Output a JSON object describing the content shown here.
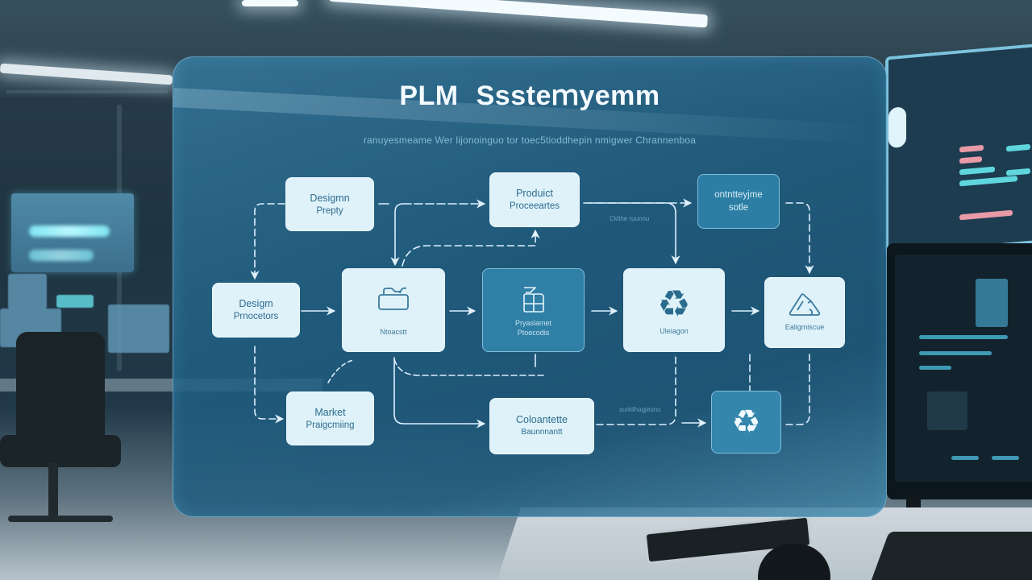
{
  "panel": {
    "title_word1": "PLM",
    "title_word2": "Sssteｍyemm",
    "subtitle": "ranuyesmeame Wer lijonoinguo tor toec5tioddhepin nmigwer Chrannenboa"
  },
  "nodes": {
    "design_prop": {
      "line1": "Desigmn",
      "line2": "Prepty",
      "style": "light"
    },
    "product_proc": {
      "line1": "Produict",
      "line2": "Proceeartes",
      "style": "light"
    },
    "top_right": {
      "line1": "ontntteyjme",
      "line2": "sotle",
      "style": "dark"
    },
    "design_proc": {
      "line1": "Desigm",
      "line2": "Prnocetors",
      "style": "light"
    },
    "manufacture": {
      "caption": "Ntoacstt",
      "icon": "folder-basket-icon",
      "style": "light"
    },
    "procurement": {
      "caption1": "Pryaslamet",
      "caption2": "Ptoecodis",
      "icon": "document-stack-icon",
      "style": "dark"
    },
    "recycle_main": {
      "caption": "Uleiagon",
      "icon": "recycle-icon",
      "style": "light"
    },
    "end_of_life": {
      "caption": "Ealigmiscue",
      "icon": "triangle-recycle-icon",
      "style": "light"
    },
    "market": {
      "line1": "Market",
      "line2": "Praigcmiing",
      "style": "light"
    },
    "complete": {
      "line1": "Coloantette",
      "line2": "Baunnnantt",
      "style": "light"
    },
    "recycle_small": {
      "icon": "recycle-icon",
      "style": "dark"
    }
  },
  "connector_labels": {
    "top_mid": "Cklihe ruunnu",
    "bottom_mid": "surkilhagjeonu"
  },
  "colors": {
    "panel": "#2a7099",
    "node_light": "#dff2fa",
    "node_dark": "#2f7fa6",
    "node_text": "#2e6c8e",
    "wire": "#dcefff",
    "title": "#f4fbff"
  }
}
